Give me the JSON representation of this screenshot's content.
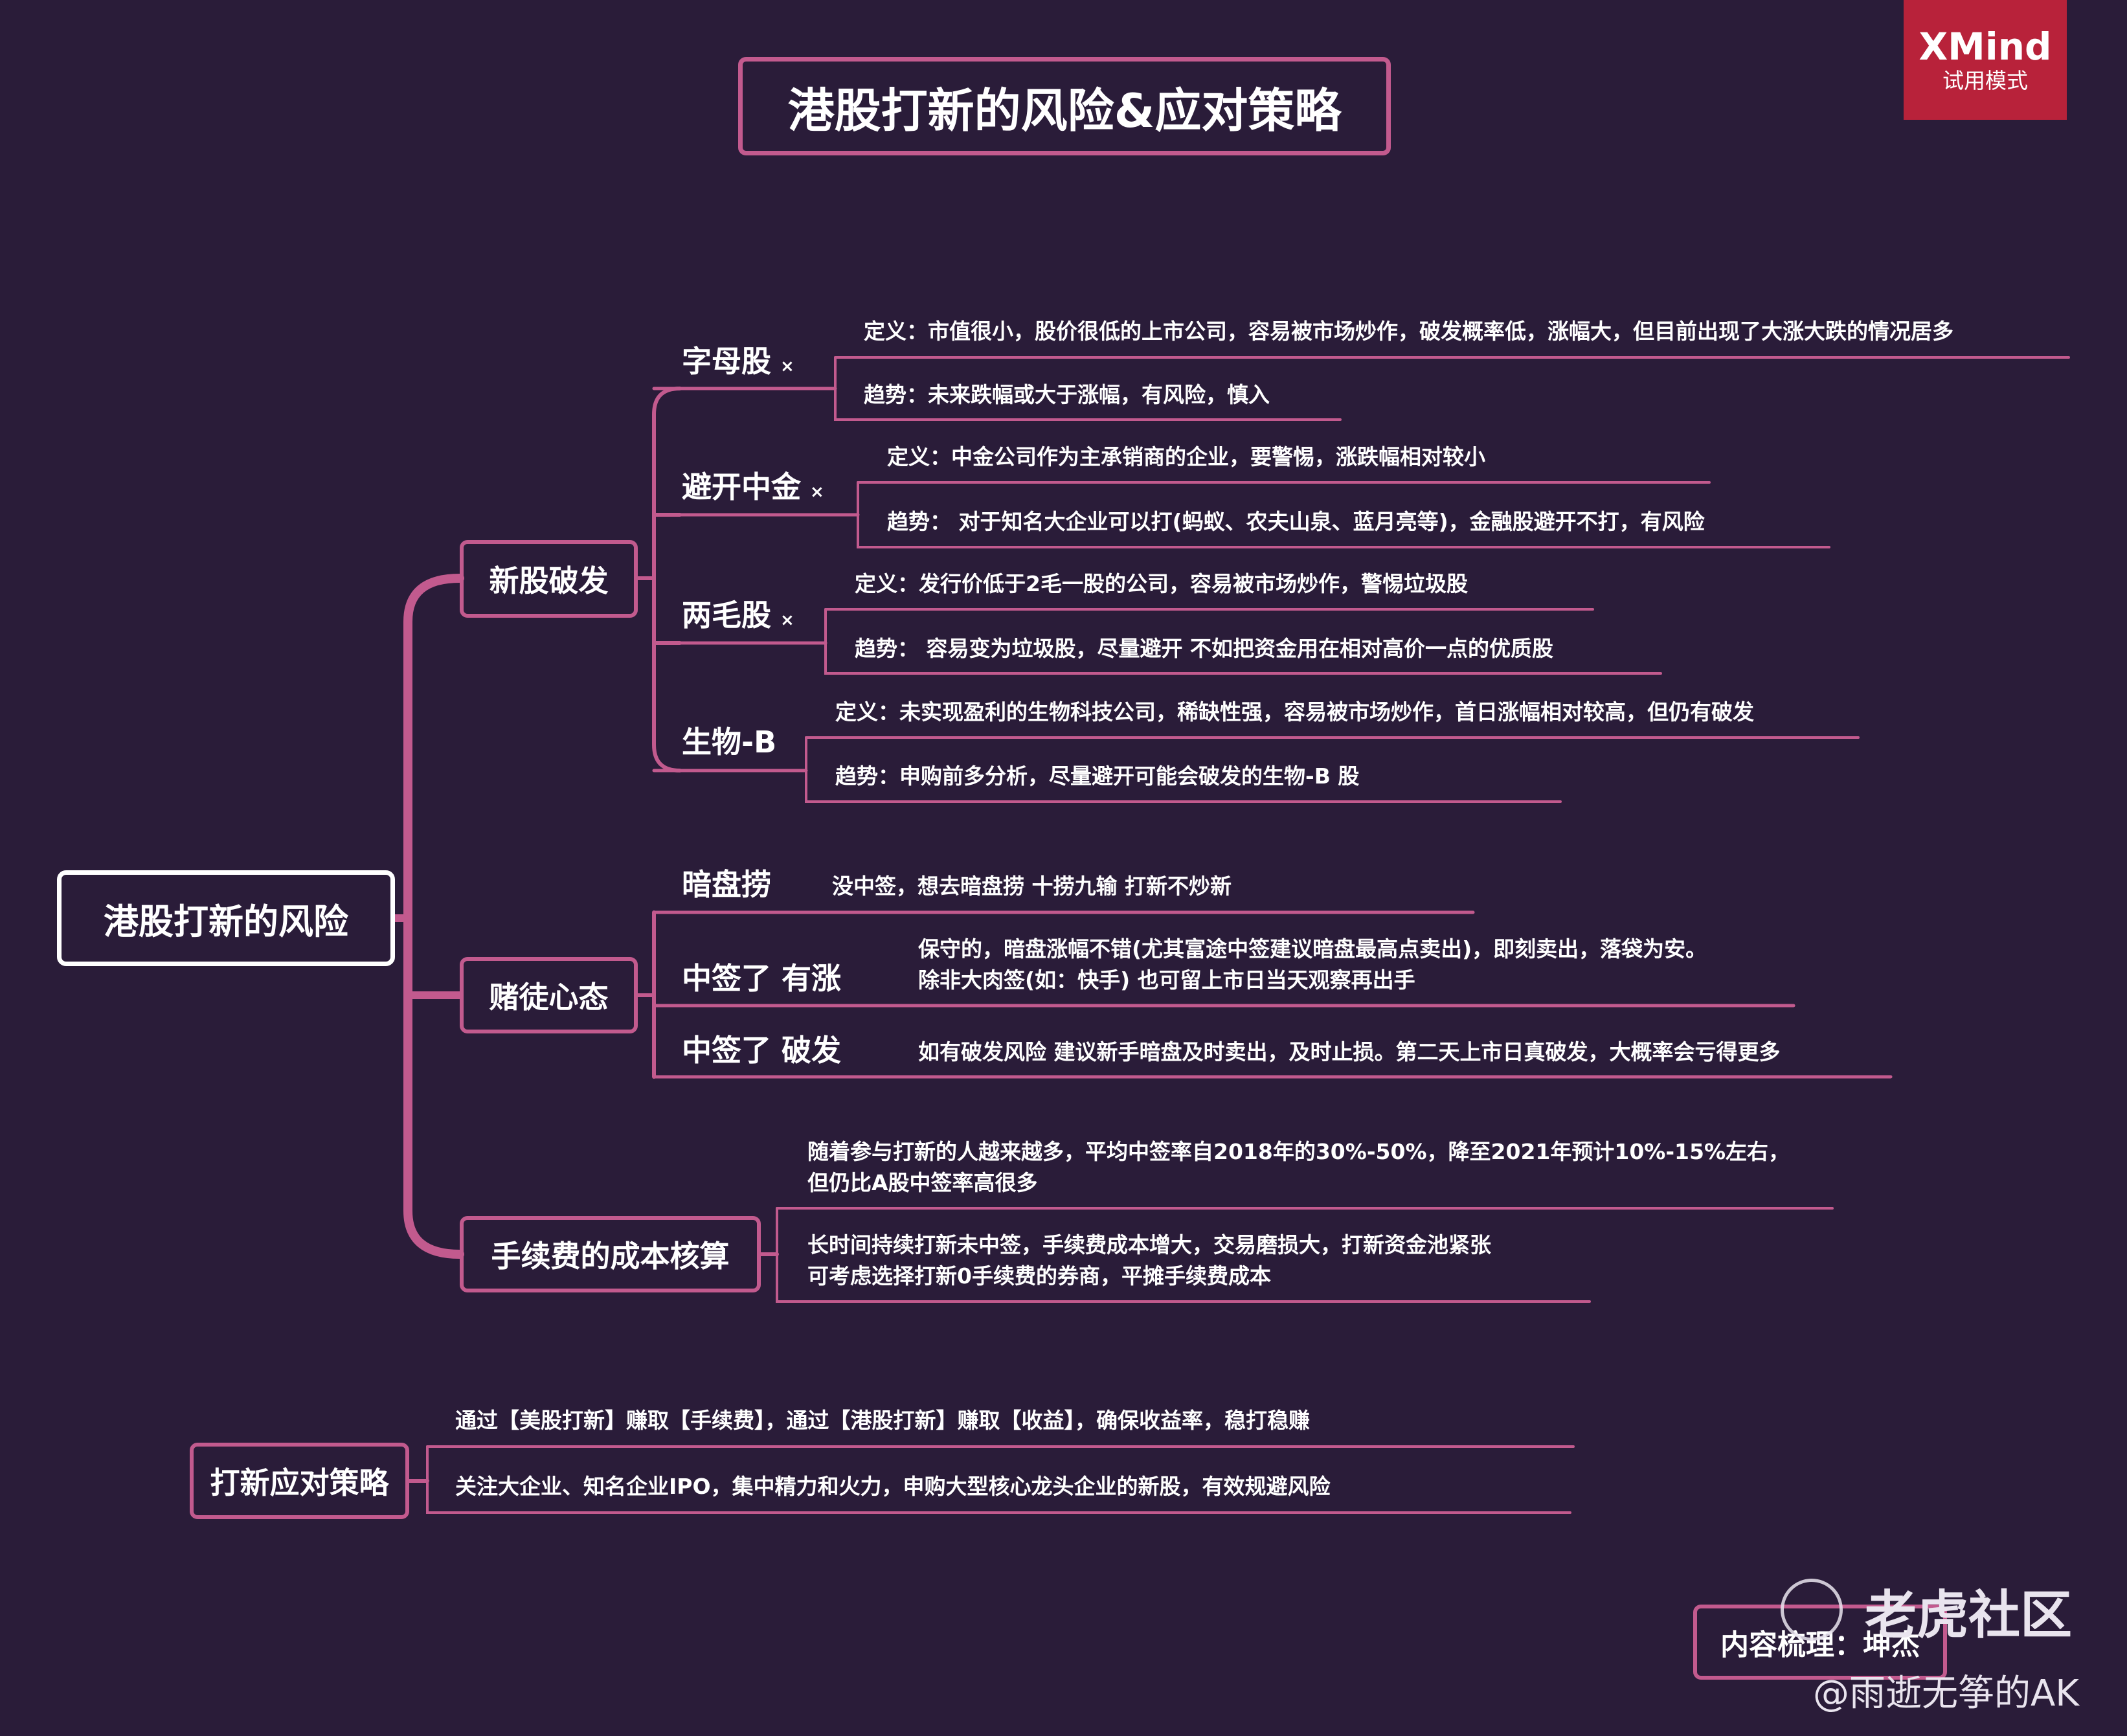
{
  "badge": {
    "brand": "XMind",
    "mode": "试用模式"
  },
  "title": "港股打新的风险&应对策略",
  "root": "港股打新的风险",
  "branches": [
    {
      "label": "新股破发",
      "subs": [
        {
          "label": "字母股",
          "mark": "×",
          "leaves": [
            "定义：市值很小，股价很低的上市公司，容易被市场炒作，破发概率低，涨幅大，但目前出现了大涨大跌的情况居多",
            "趋势：未来跌幅或大于涨幅，有风险，慎入"
          ]
        },
        {
          "label": "避开中金",
          "mark": "×",
          "leaves": [
            "定义：中金公司作为主承销商的企业，要警惕，涨跌幅相对较小",
            "趋势： 对于知名大企业可以打(蚂蚁、农夫山泉、蓝月亮等)，金融股避开不打，有风险"
          ]
        },
        {
          "label": "两毛股",
          "mark": "×",
          "leaves": [
            "定义：发行价低于2毛一股的公司，容易被市场炒作，警惕垃圾股",
            "趋势： 容易变为垃圾股，尽量避开 不如把资金用在相对高价一点的优质股"
          ]
        },
        {
          "label": "生物-B",
          "mark": "",
          "leaves": [
            "定义：未实现盈利的生物科技公司，稀缺性强，容易被市场炒作，首日涨幅相对较高，但仍有破发",
            "趋势：申购前多分析，尽量避开可能会破发的生物-B 股"
          ]
        }
      ]
    },
    {
      "label": "赌徒心态",
      "subs": [
        {
          "label": "暗盘捞",
          "leaves": [
            "没中签，想去暗盘捞 十捞九输 打新不炒新"
          ]
        },
        {
          "label": "中签了 有涨",
          "leaves": [
            "保守的，暗盘涨幅不错(尤其富途中签建议暗盘最高点卖出)，即刻卖出，落袋为安。",
            "除非大肉签(如：快手) 也可留上市日当天观察再出手"
          ]
        },
        {
          "label": "中签了 破发",
          "leaves": [
            "如有破发风险 建议新手暗盘及时卖出，及时止损。第二天上市日真破发，大概率会亏得更多"
          ]
        }
      ]
    },
    {
      "label": "手续费的成本核算",
      "leaves": [
        "随着参与打新的人越来越多，平均中签率自2018年的30%-50%，降至2021年预计10%-15%左右，",
        "但仍比A股中签率高很多",
        "长时间持续打新未中签，手续费成本增大，交易磨损大，打新资金池紧张",
        "可考虑选择打新0手续费的券商，平摊手续费成本"
      ]
    }
  ],
  "strategy": {
    "label": "打新应对策略",
    "leaves": [
      "通过【美股打新】赚取【手续费】，通过【港股打新】赚取【收益】，确保收益率，稳打稳赚",
      "关注大企业、知名企业IPO，集中精力和火力，申购大型核心龙头企业的新股，有效规避风险"
    ]
  },
  "credit": "内容梳理：坤杰",
  "watermark": {
    "site": "老虎社区",
    "user": "@雨逝无筝的AK"
  },
  "colors": {
    "background": "#2a1c39",
    "line": "#c25a8e",
    "badge": "#b8223a"
  }
}
